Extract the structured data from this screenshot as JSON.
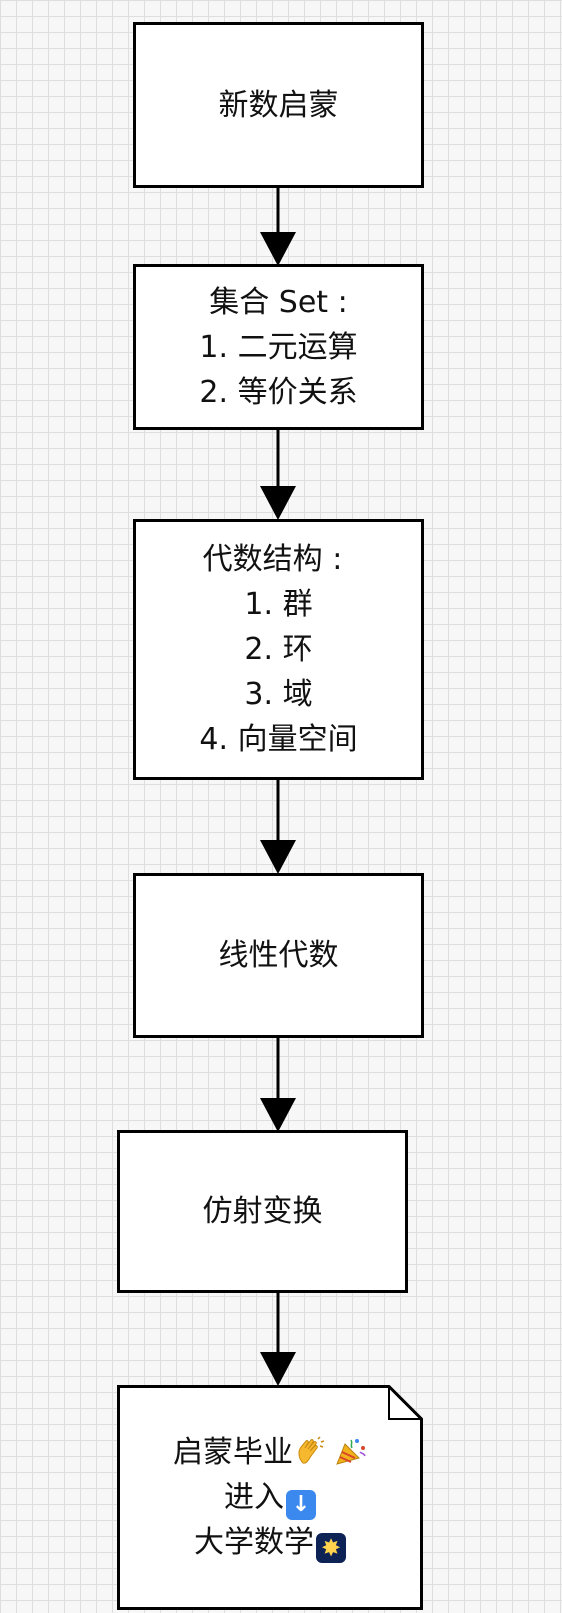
{
  "nodes": {
    "intro": {
      "label": "新数启蒙"
    },
    "sets": {
      "title": "集合 Set :",
      "items": [
        "1. 二元运算",
        "2. 等价关系"
      ]
    },
    "algebraic_structures": {
      "title": "代数结构 :",
      "items": [
        "1. 群",
        "2. 环",
        "3. 域",
        "4. 向量空间"
      ]
    },
    "linear_algebra": {
      "label": "线性代数"
    },
    "affine": {
      "label": "仿射变换"
    },
    "graduate": {
      "line1": "启蒙毕业",
      "line2": "进入",
      "line3": "大学数学",
      "icons": [
        "clapping-hands-icon",
        "party-popper-icon",
        "down-arrow-icon",
        "sparkler-icon"
      ]
    }
  },
  "colors": {
    "grid": "#dedede",
    "background": "#f7f7f7",
    "stroke": "#000000",
    "down_arrow_emoji": "#3b88ef",
    "sparkler_emoji": "#0d2355"
  }
}
